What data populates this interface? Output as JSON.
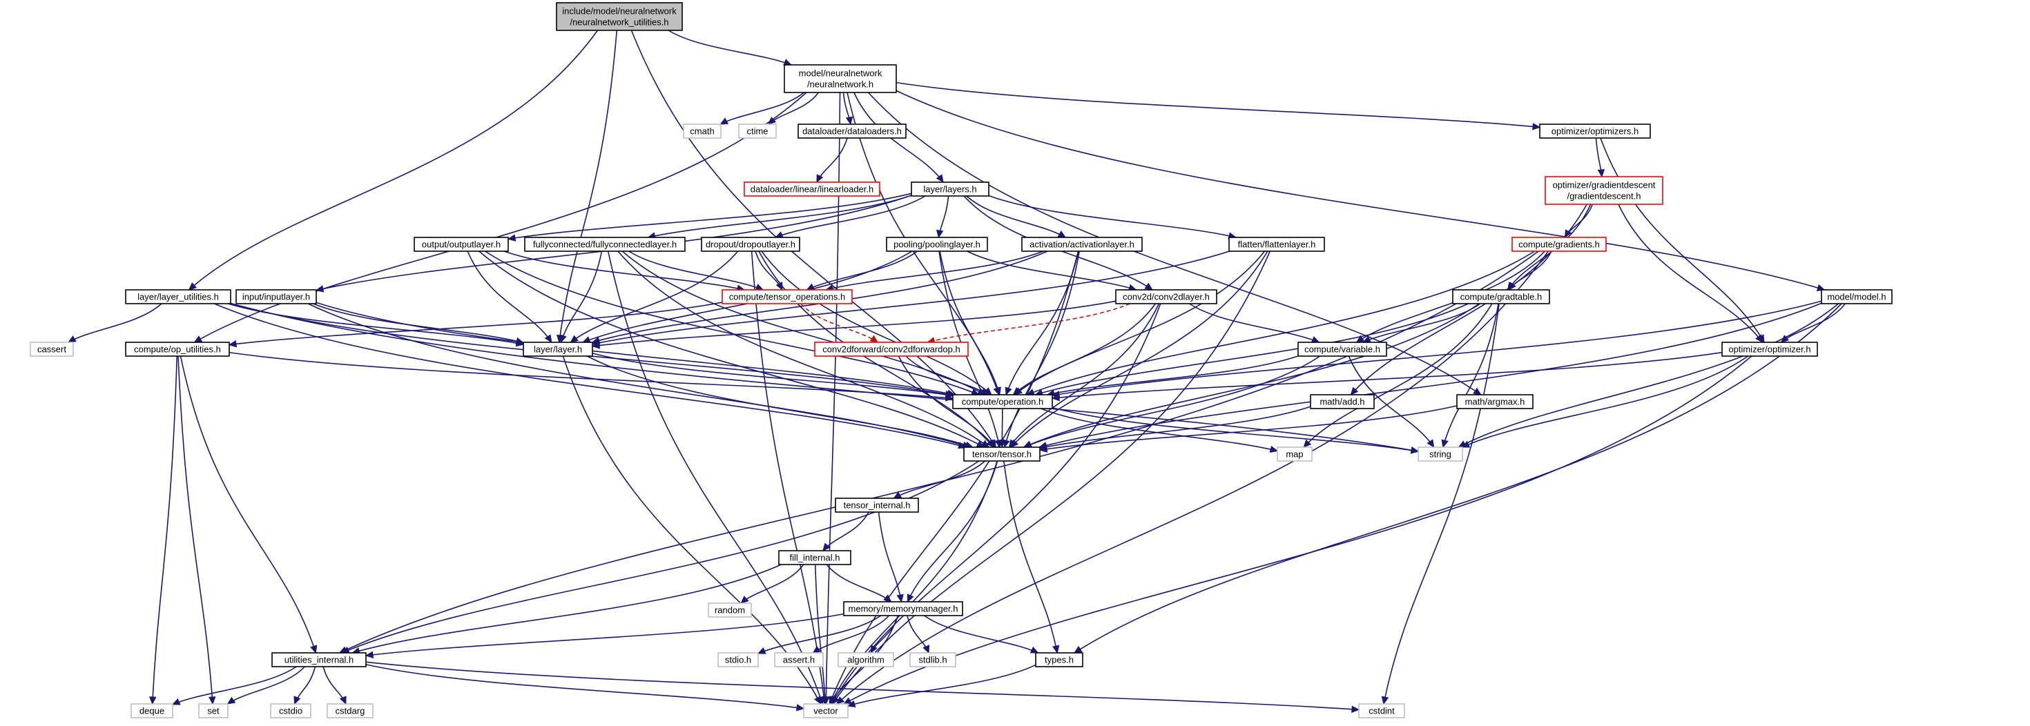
{
  "diagram": {
    "type": "include-dependency-graph",
    "nodes": [
      {
        "id": "root",
        "lines": [
          "include/model/neuralnetwork",
          "/neuralnetwork_utilities.h"
        ],
        "style": "root"
      },
      {
        "id": "nn",
        "lines": [
          "model/neuralnetwork",
          "/neuralnetwork.h"
        ],
        "style": "normal"
      },
      {
        "id": "cmath",
        "lines": [
          "cmath"
        ],
        "style": "ext"
      },
      {
        "id": "ctime",
        "lines": [
          "ctime"
        ],
        "style": "ext"
      },
      {
        "id": "dls",
        "lines": [
          "dataloader/dataloaders.h"
        ],
        "style": "normal"
      },
      {
        "id": "linear",
        "lines": [
          "dataloader/linear/linearloader.h"
        ],
        "style": "red"
      },
      {
        "id": "opts",
        "lines": [
          "optimizer/optimizers.h"
        ],
        "style": "normal"
      },
      {
        "id": "gd",
        "lines": [
          "optimizer/gradientdescent",
          "/gradientdescent.h"
        ],
        "style": "red"
      },
      {
        "id": "layers",
        "lines": [
          "layer/layers.h"
        ],
        "style": "normal"
      },
      {
        "id": "output",
        "lines": [
          "output/outputlayer.h"
        ],
        "style": "normal"
      },
      {
        "id": "fc",
        "lines": [
          "fullyconnected/fullyconnectedlayer.h"
        ],
        "style": "normal"
      },
      {
        "id": "dropout",
        "lines": [
          "dropout/dropoutlayer.h"
        ],
        "style": "normal"
      },
      {
        "id": "pool",
        "lines": [
          "pooling/poolinglayer.h"
        ],
        "style": "normal"
      },
      {
        "id": "act",
        "lines": [
          "activation/activationlayer.h"
        ],
        "style": "normal"
      },
      {
        "id": "flatten",
        "lines": [
          "flatten/flattenlayer.h"
        ],
        "style": "normal"
      },
      {
        "id": "grads",
        "lines": [
          "compute/gradients.h"
        ],
        "style": "red"
      },
      {
        "id": "lutil",
        "lines": [
          "layer/layer_utilities.h"
        ],
        "style": "normal"
      },
      {
        "id": "input",
        "lines": [
          "input/inputlayer.h"
        ],
        "style": "normal"
      },
      {
        "id": "tops",
        "lines": [
          "compute/tensor_operations.h"
        ],
        "style": "red"
      },
      {
        "id": "conv",
        "lines": [
          "conv2d/conv2dlayer.h"
        ],
        "style": "normal"
      },
      {
        "id": "gradtable",
        "lines": [
          "compute/gradtable.h"
        ],
        "style": "normal"
      },
      {
        "id": "model",
        "lines": [
          "model/model.h"
        ],
        "style": "normal"
      },
      {
        "id": "cassert",
        "lines": [
          "cassert"
        ],
        "style": "ext"
      },
      {
        "id": "oputil",
        "lines": [
          "compute/op_utilities.h"
        ],
        "style": "normal"
      },
      {
        "id": "layer",
        "lines": [
          "layer/layer.h"
        ],
        "style": "normal"
      },
      {
        "id": "convop",
        "lines": [
          "conv2dforward/conv2dforwardop.h"
        ],
        "style": "red"
      },
      {
        "id": "variable",
        "lines": [
          "compute/variable.h"
        ],
        "style": "normal"
      },
      {
        "id": "optimizer",
        "lines": [
          "optimizer/optimizer.h"
        ],
        "style": "normal"
      },
      {
        "id": "operation",
        "lines": [
          "compute/operation.h"
        ],
        "style": "normal"
      },
      {
        "id": "add",
        "lines": [
          "math/add.h"
        ],
        "style": "normal"
      },
      {
        "id": "argmax",
        "lines": [
          "math/argmax.h"
        ],
        "style": "normal"
      },
      {
        "id": "tensor",
        "lines": [
          "tensor/tensor.h"
        ],
        "style": "normal"
      },
      {
        "id": "map",
        "lines": [
          "map"
        ],
        "style": "ext"
      },
      {
        "id": "string",
        "lines": [
          "string"
        ],
        "style": "ext"
      },
      {
        "id": "tinternal",
        "lines": [
          "tensor_internal.h"
        ],
        "style": "normal"
      },
      {
        "id": "fill",
        "lines": [
          "fill_internal.h"
        ],
        "style": "normal"
      },
      {
        "id": "random",
        "lines": [
          "random"
        ],
        "style": "ext"
      },
      {
        "id": "mem",
        "lines": [
          "memory/memorymanager.h"
        ],
        "style": "normal"
      },
      {
        "id": "stdio",
        "lines": [
          "stdio.h"
        ],
        "style": "ext"
      },
      {
        "id": "asserth",
        "lines": [
          "assert.h"
        ],
        "style": "ext"
      },
      {
        "id": "algorithm",
        "lines": [
          "algorithm"
        ],
        "style": "ext"
      },
      {
        "id": "stdlib",
        "lines": [
          "stdlib.h"
        ],
        "style": "ext"
      },
      {
        "id": "types",
        "lines": [
          "types.h"
        ],
        "style": "normal"
      },
      {
        "id": "uinternal",
        "lines": [
          "utilities_internal.h"
        ],
        "style": "normal"
      },
      {
        "id": "deque",
        "lines": [
          "deque"
        ],
        "style": "ext"
      },
      {
        "id": "set",
        "lines": [
          "set"
        ],
        "style": "ext"
      },
      {
        "id": "cstdio",
        "lines": [
          "cstdio"
        ],
        "style": "ext"
      },
      {
        "id": "cstdarg",
        "lines": [
          "cstdarg"
        ],
        "style": "ext"
      },
      {
        "id": "vector",
        "lines": [
          "vector"
        ],
        "style": "ext"
      },
      {
        "id": "cstdint",
        "lines": [
          "cstdint"
        ],
        "style": "ext"
      }
    ],
    "edges": [
      [
        "root",
        "nn"
      ],
      [
        "root",
        "lutil"
      ],
      [
        "root",
        "layer"
      ],
      [
        "root",
        "tensor"
      ],
      [
        "nn",
        "cmath"
      ],
      [
        "nn",
        "ctime"
      ],
      [
        "nn",
        "dls"
      ],
      [
        "nn",
        "opts"
      ],
      [
        "nn",
        "layers"
      ],
      [
        "nn",
        "model"
      ],
      [
        "nn",
        "oputil"
      ],
      [
        "nn",
        "vector"
      ],
      [
        "nn",
        "argmax"
      ],
      [
        "nn",
        "operation"
      ],
      [
        "dls",
        "linear"
      ],
      [
        "opts",
        "gd"
      ],
      [
        "opts",
        "optimizer"
      ],
      [
        "gd",
        "grads"
      ],
      [
        "gd",
        "gradtable"
      ],
      [
        "gd",
        "optimizer"
      ],
      [
        "gd",
        "add"
      ],
      [
        "grads",
        "gradtable"
      ],
      [
        "grads",
        "variable"
      ],
      [
        "grads",
        "operation"
      ],
      [
        "grads",
        "vector"
      ],
      [
        "grads",
        "uinternal"
      ],
      [
        "gradtable",
        "operation"
      ],
      [
        "gradtable",
        "variable"
      ],
      [
        "gradtable",
        "map"
      ],
      [
        "gradtable",
        "string"
      ],
      [
        "gradtable",
        "cstdint"
      ],
      [
        "gradtable",
        "tensor"
      ],
      [
        "layers",
        "output"
      ],
      [
        "layers",
        "fc"
      ],
      [
        "layers",
        "dropout"
      ],
      [
        "layers",
        "pool"
      ],
      [
        "layers",
        "act"
      ],
      [
        "layers",
        "flatten"
      ],
      [
        "layers",
        "input"
      ],
      [
        "layers",
        "conv"
      ],
      [
        "output",
        "tops"
      ],
      [
        "output",
        "layer"
      ],
      [
        "output",
        "operation"
      ],
      [
        "output",
        "tensor"
      ],
      [
        "fc",
        "tops"
      ],
      [
        "fc",
        "layer"
      ],
      [
        "fc",
        "operation"
      ],
      [
        "fc",
        "tensor"
      ],
      [
        "fc",
        "vector"
      ],
      [
        "dropout",
        "tops"
      ],
      [
        "dropout",
        "layer"
      ],
      [
        "dropout",
        "operation"
      ],
      [
        "dropout",
        "tensor"
      ],
      [
        "dropout",
        "vector"
      ],
      [
        "pool",
        "tops"
      ],
      [
        "pool",
        "layer"
      ],
      [
        "pool",
        "operation"
      ],
      [
        "pool",
        "tensor"
      ],
      [
        "pool",
        "conv"
      ],
      [
        "act",
        "tops"
      ],
      [
        "act",
        "layer"
      ],
      [
        "act",
        "operation"
      ],
      [
        "act",
        "tensor"
      ],
      [
        "act",
        "vector"
      ],
      [
        "flatten",
        "layer"
      ],
      [
        "flatten",
        "operation"
      ],
      [
        "flatten",
        "tensor"
      ],
      [
        "flatten",
        "vector"
      ],
      [
        "lutil",
        "layer"
      ],
      [
        "lutil",
        "operation"
      ],
      [
        "lutil",
        "tensor"
      ],
      [
        "lutil",
        "cassert"
      ],
      [
        "lutil",
        "string"
      ],
      [
        "input",
        "layer"
      ],
      [
        "input",
        "operation"
      ],
      [
        "input",
        "tensor"
      ],
      [
        "tops",
        "oputil"
      ],
      [
        "tops",
        "convop"
      ],
      [
        "conv",
        "layer"
      ],
      [
        "conv",
        "convop"
      ],
      [
        "conv",
        "operation"
      ],
      [
        "conv",
        "tensor"
      ],
      [
        "conv",
        "variable"
      ],
      [
        "conv",
        "vector"
      ],
      [
        "convop",
        "operation"
      ],
      [
        "convop",
        "tensor"
      ],
      [
        "model",
        "optimizer"
      ],
      [
        "model",
        "operation"
      ],
      [
        "model",
        "types"
      ],
      [
        "model",
        "string"
      ],
      [
        "model",
        "tensor"
      ],
      [
        "oputil",
        "operation"
      ],
      [
        "oputil",
        "uinternal"
      ],
      [
        "oputil",
        "deque"
      ],
      [
        "oputil",
        "set"
      ],
      [
        "layer",
        "operation"
      ],
      [
        "layer",
        "tensor"
      ],
      [
        "layer",
        "vector"
      ],
      [
        "variable",
        "operation"
      ],
      [
        "variable",
        "tensor"
      ],
      [
        "variable",
        "string"
      ],
      [
        "optimizer",
        "operation"
      ],
      [
        "optimizer",
        "vector"
      ],
      [
        "optimizer",
        "string"
      ],
      [
        "operation",
        "tensor"
      ],
      [
        "operation",
        "map"
      ],
      [
        "operation",
        "string"
      ],
      [
        "add",
        "tensor"
      ],
      [
        "argmax",
        "tensor"
      ],
      [
        "tensor",
        "tinternal"
      ],
      [
        "tensor",
        "mem"
      ],
      [
        "tensor",
        "types"
      ],
      [
        "tensor",
        "vector"
      ],
      [
        "tensor",
        "uinternal"
      ],
      [
        "tinternal",
        "fill"
      ],
      [
        "tinternal",
        "mem"
      ],
      [
        "fill",
        "random"
      ],
      [
        "fill",
        "mem"
      ],
      [
        "fill",
        "uinternal"
      ],
      [
        "fill",
        "vector"
      ],
      [
        "mem",
        "stdio"
      ],
      [
        "mem",
        "asserth"
      ],
      [
        "mem",
        "algorithm"
      ],
      [
        "mem",
        "stdlib"
      ],
      [
        "mem",
        "types"
      ],
      [
        "mem",
        "uinternal"
      ],
      [
        "mem",
        "vector"
      ],
      [
        "types",
        "vector"
      ],
      [
        "uinternal",
        "deque"
      ],
      [
        "uinternal",
        "set"
      ],
      [
        "uinternal",
        "cstdio"
      ],
      [
        "uinternal",
        "cstdarg"
      ],
      [
        "uinternal",
        "vector"
      ],
      [
        "uinternal",
        "cstdint"
      ]
    ],
    "dashed_edges": [
      [
        "tops",
        "convop"
      ],
      [
        "conv",
        "convop"
      ]
    ]
  }
}
